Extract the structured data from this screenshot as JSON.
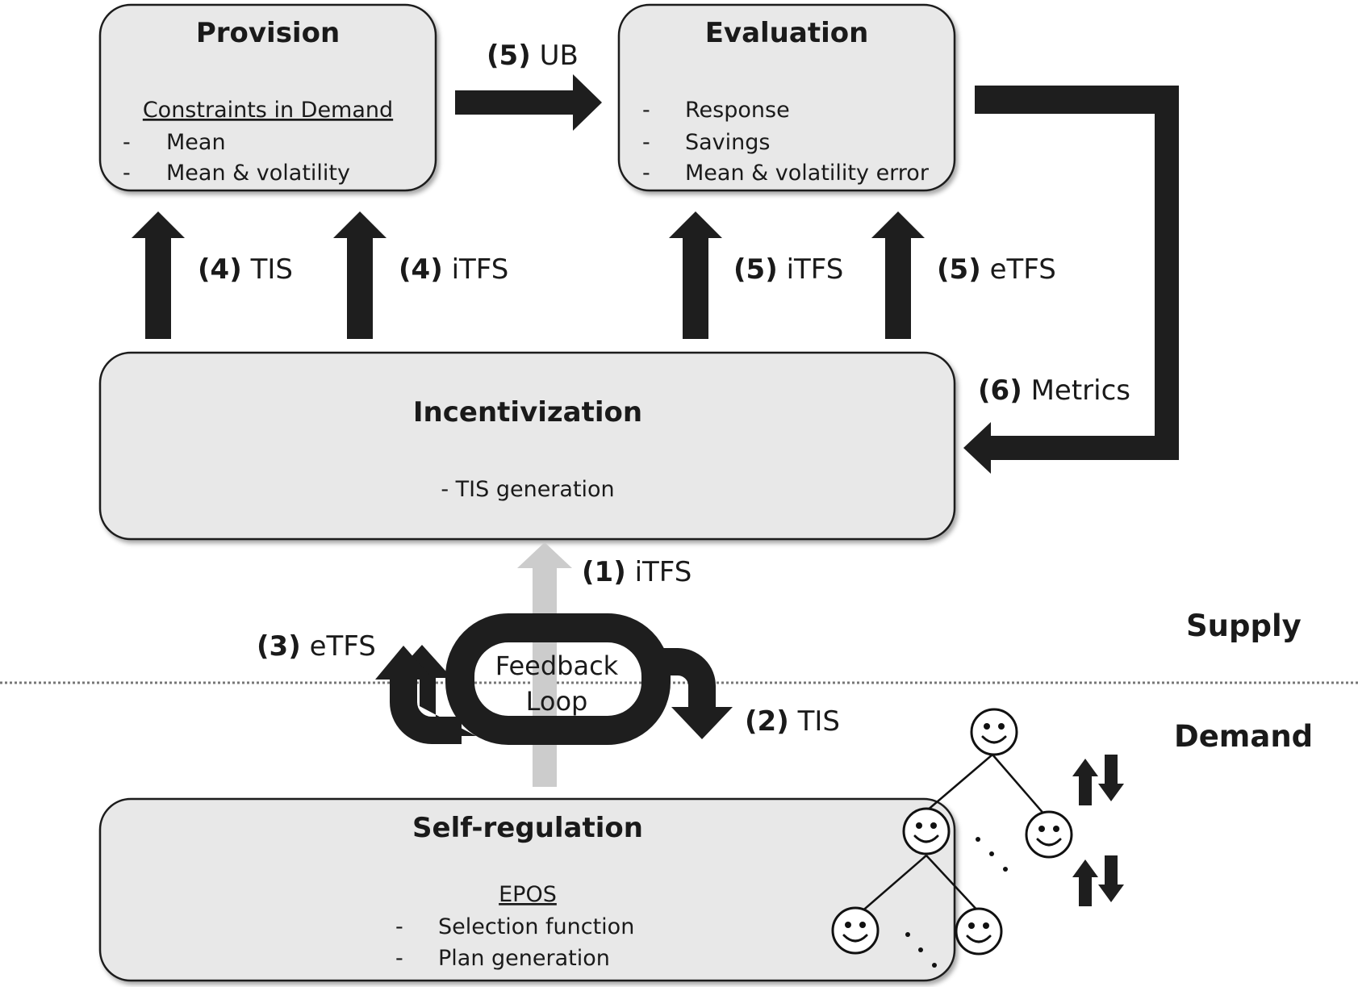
{
  "provision": {
    "title": "Provision",
    "subtitle": "Constraints in Demand",
    "items": [
      "Mean",
      "Mean & volatility"
    ]
  },
  "evaluation": {
    "title": "Evaluation",
    "items": [
      "Response",
      "Savings",
      "Mean & volatility error"
    ]
  },
  "incentivization": {
    "title": "Incentivization",
    "item": "- TIS generation"
  },
  "self_regulation": {
    "title": "Self-regulation",
    "subtitle": "EPOS",
    "items": [
      "Selection function",
      "Plan generation"
    ]
  },
  "bullet": "-",
  "feedback_loop": {
    "line1": "Feedback",
    "line2": "Loop"
  },
  "arrows": {
    "ub": {
      "num": "(5)",
      "text": "UB"
    },
    "prov_tis": {
      "num": "(4)",
      "text": "TIS"
    },
    "prov_itfs": {
      "num": "(4)",
      "text": "iTFS"
    },
    "eval_itfs": {
      "num": "(5)",
      "text": "iTFS"
    },
    "eval_etfs": {
      "num": "(5)",
      "text": "eTFS"
    },
    "metrics": {
      "num": "(6)",
      "text": "Metrics"
    },
    "loop_itfs": {
      "num": "(1)",
      "text": "iTFS"
    },
    "loop_tis": {
      "num": "(2)",
      "text": "TIS"
    },
    "loop_etfs": {
      "num": "(3)",
      "text": "eTFS"
    }
  },
  "regions": {
    "supply": "Supply",
    "demand": "Demand"
  },
  "colors": {
    "box_fill": "#e8e8e8",
    "arrow": "#1e1e1e",
    "faded_arrow": "#cccccc"
  }
}
